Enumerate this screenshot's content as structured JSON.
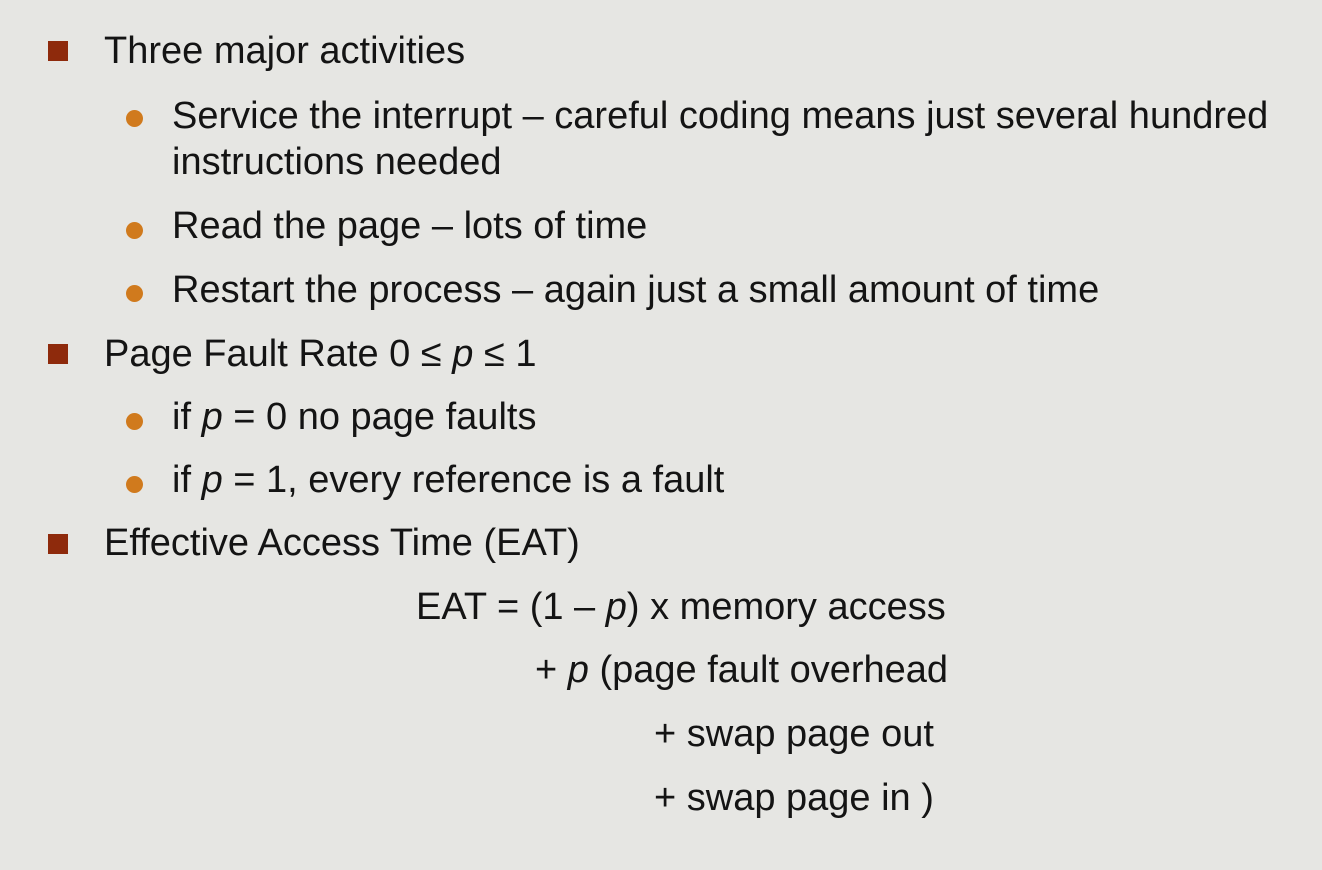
{
  "bullets": {
    "activities": {
      "label": "Three major activities",
      "items": [
        "Service the interrupt – careful coding means just several hundred instructions needed",
        "Read the page – lots of time",
        "Restart the process – again just a small amount of time"
      ]
    },
    "fault_rate": {
      "prefix": "Page Fault Rate 0 ≤ ",
      "var": "p",
      "suffix": " ≤ 1",
      "items": [
        {
          "prefix": "if ",
          "var": "p",
          "suffix": " = 0 no page faults"
        },
        {
          "prefix": "if ",
          "var": "p",
          "suffix": " = 1, every reference is a fault"
        }
      ]
    },
    "eat": {
      "label": "Effective Access Time (EAT)"
    }
  },
  "formula": {
    "line1_a": "EAT = (1 – ",
    "line1_var": "p",
    "line1_b": ") x memory access",
    "line2_a": "+ ",
    "line2_var": "p",
    "line2_b": " (page fault overhead",
    "line3": "+ swap page out",
    "line4": "+ swap page in )"
  },
  "colors": {
    "background": "#e6e6e3",
    "square_bullet": "#8e2a0c",
    "round_bullet": "#d07a1d",
    "text": "#141414"
  }
}
